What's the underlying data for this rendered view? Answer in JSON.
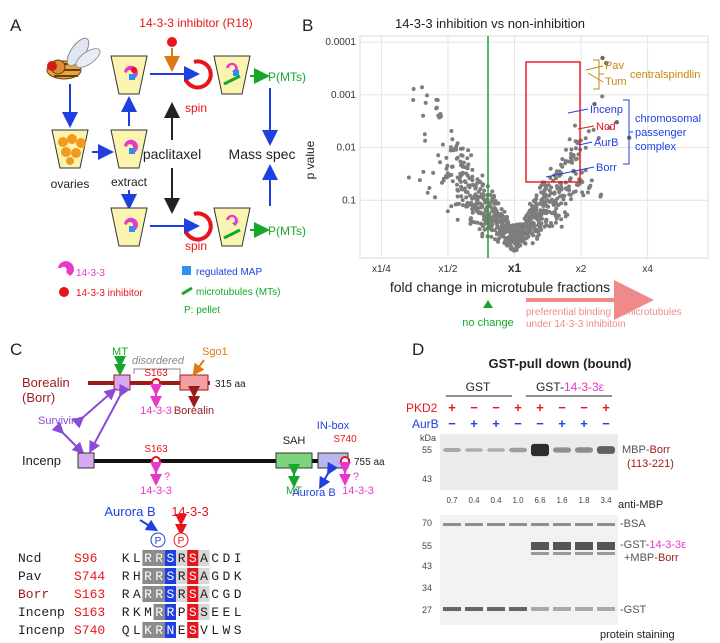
{
  "panels": {
    "a": "A",
    "b": "B",
    "c": "C",
    "d": "D"
  },
  "colors": {
    "red": "#e8141b",
    "blue": "#1f3fe0",
    "green": "#17a82b",
    "orange": "#e07a10",
    "magenta": "#e638c9",
    "gold": "#c8860e",
    "maroon": "#9b1b1b",
    "purple": "#8a4bd8",
    "gray": "#707070",
    "salmon": "#f08a8a"
  },
  "panelA": {
    "inhibitor_title": "14-3-3 inhibitor (R18)",
    "ovaries": "ovaries",
    "extract": "extract",
    "paclitaxel": "paclitaxel",
    "mass_spec": "Mass spec",
    "spin_top": "spin",
    "spin_bottom": "spin",
    "pmts_top": "P(MTs)",
    "pmts_bottom": "P(MTs)",
    "legend": {
      "protein_1433": "14-3-3",
      "inhibitor": "14-3-3 inhibitor",
      "regulated_map": "regulated MAP",
      "microtubules": "microtubules (MTs)",
      "pellet": "P: pellet"
    }
  },
  "panelB": {
    "title": "14-3-3 inhibition vs non-inhibition",
    "ylabel": "p value",
    "xlabel": "fold change in microtubule fractions",
    "no_change": "no change",
    "preferential": [
      "preferential binding to microtubules",
      "under 14-3-3 inhibitoin"
    ],
    "xticks": [
      "x1/4",
      "x1/2",
      "x1",
      "x2",
      "x4"
    ],
    "yticks": [
      "0.0001",
      "0.001",
      "0.01",
      "0.1"
    ],
    "labels": {
      "pav": "Pav",
      "tum": "Tum",
      "centralspindlin": "centralspindlin",
      "incenp": "Incenp",
      "ncd": "Ncd",
      "aurb": "AurB",
      "borr": "Borr",
      "cpc": [
        "chromosomal",
        "passenger",
        "complex"
      ]
    }
  },
  "chart_data": {
    "type": "scatter",
    "title": "14-3-3 inhibition vs non-inhibition",
    "xlabel": "fold change in microtubule fractions",
    "ylabel": "p value",
    "x_scale": "log2",
    "y_scale": "log10, inverted",
    "xlim": [
      0.2,
      7.5
    ],
    "ylim": [
      0.0001,
      1.0
    ],
    "grid": true,
    "highlighted_points": [
      {
        "name": "Pav",
        "x": 2.5,
        "y": 0.0002
      },
      {
        "name": "Tum",
        "x": 2.6,
        "y": 0.00025
      },
      {
        "name": "Incenp",
        "x": 2.3,
        "y": 0.0015
      },
      {
        "name": "Ncd",
        "x": 2.9,
        "y": 0.0033
      },
      {
        "name": "AurB",
        "x": 3.3,
        "y": 0.0065
      },
      {
        "name": "Borr",
        "x": 1.85,
        "y": 0.028
      }
    ]
  },
  "panelC": {
    "borealin": [
      "Borealin",
      "(Borr)"
    ],
    "borealin_len": "315 aa",
    "incenp": "Incenp",
    "incenp_len": "755 aa",
    "mt_top": "MT",
    "disordered": "disordered",
    "sgo1": "Sgo1",
    "s163_top": "S163",
    "q_1433_top": "14-3-3",
    "borealin_partner": "Borealin",
    "survivin": "Survivin",
    "s163_bottom": "S163",
    "q_1433_bottom": "14-3-3",
    "sah": "SAH",
    "inbox": "IN-box",
    "s740": "S740",
    "mt_bottom": "MT",
    "aurora_b_partner": "Aurora B",
    "q_1433_right": "14-3-3",
    "question": "?",
    "p_symbol": "P",
    "aurora_b_head": "Aurora B",
    "head_1433": "14-3-3",
    "alignment": [
      {
        "name": "Ncd",
        "site": "S96",
        "seq": "KLRRSRSACDI"
      },
      {
        "name": "Pav",
        "site": "S744",
        "seq": "RHRRSRSAGDK"
      },
      {
        "name": "Borr",
        "site": "S163",
        "seq": "RARRSRSACGD"
      },
      {
        "name": "Incenp",
        "site": "S163",
        "seq": "RKMRRPSSEEL"
      },
      {
        "name": "Incenp",
        "site": "S740",
        "seq": "QLKRNESVLWS"
      }
    ]
  },
  "panelD": {
    "title": "GST-pull down (bound)",
    "gst": "GST",
    "gst_1433_prefix": "GST-",
    "gst_1433_suffix": "14-3-3ε",
    "pkd2": "PKD2",
    "aurb": "AurB",
    "kda": "kDa",
    "signs_pkd2": [
      "+",
      "−",
      "−",
      "+",
      "+",
      "−",
      "−",
      "+"
    ],
    "signs_aurb": [
      "−",
      "+",
      "+",
      "−",
      "−",
      "+",
      "+",
      "−"
    ],
    "blot_markers": [
      "55",
      "43"
    ],
    "mbp_prefix": "MBP-",
    "mbp_borr": "Borr",
    "mbp_range": "(113-221)",
    "quant": [
      "0.7",
      "0.4",
      "0.4",
      "1.0",
      "6.6",
      "1.6",
      "1.8",
      "3.4"
    ],
    "anti_mbp": "anti-MBP",
    "gel_markers": [
      "70",
      "55",
      "43",
      "34",
      "27"
    ],
    "bsa": "-BSA",
    "gst_fusion_1": "-GST-",
    "gst_fusion_2": "14-3-3ε",
    "mbp_fusion": "+MBP-",
    "mbp_fusion_borr": "Borr",
    "gst_band": "-GST",
    "protein_staining": "protein staining"
  }
}
